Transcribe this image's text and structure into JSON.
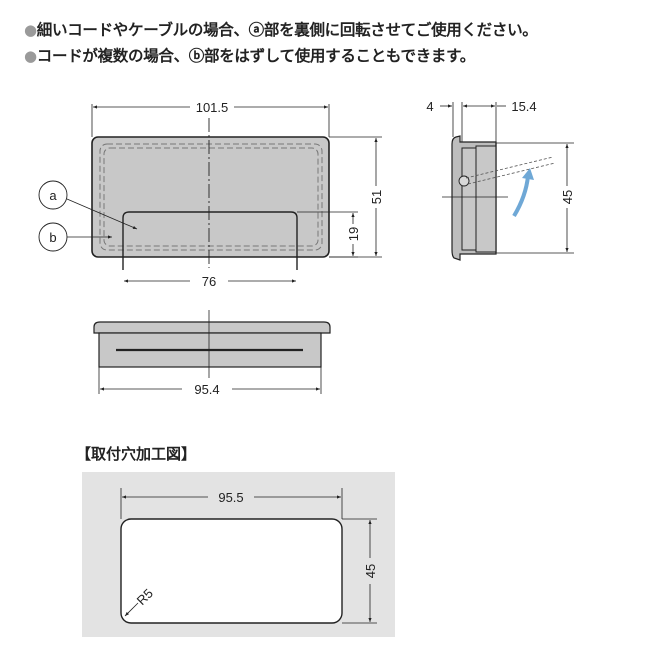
{
  "notes": [
    {
      "bullet": "●",
      "text": "細いコードやケーブルの場合、ⓐ部を裏側に回転させてご使用ください。"
    },
    {
      "bullet": "●",
      "text": "コードが複数の場合、ⓑ部をはずして使用することもできます。"
    }
  ],
  "front_view": {
    "width_label": "101.5",
    "height_label": "51",
    "flap_width_label": "76",
    "flap_height_label": "19",
    "callout_a": "a",
    "callout_b": "b",
    "body_color": "#c8c8c8"
  },
  "side_view": {
    "flange_label": "4",
    "depth_label": "15.4",
    "height_label": "45",
    "arrow_color": "#6fa8d6"
  },
  "bottom_view": {
    "width_label": "95.4"
  },
  "mounting_hole": {
    "title": "【取付穴加工図】",
    "width_label": "95.5",
    "height_label": "45",
    "radius_label": "R5",
    "background_color": "#e3e3e3"
  }
}
